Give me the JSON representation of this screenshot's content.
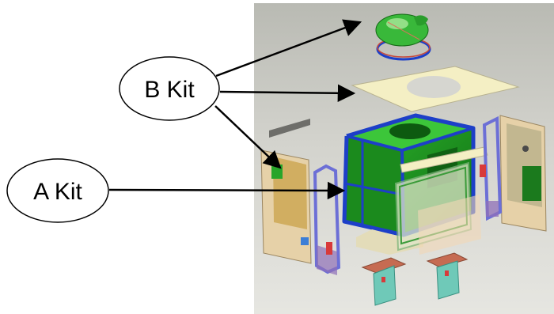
{
  "labels": {
    "b_kit": "B Kit",
    "a_kit": "A Kit"
  },
  "colors": {
    "cab_green": "#1f9a1f",
    "frame_blue": "#1d3fc8",
    "panel_cream": "#f4efc4",
    "door_tan": "#c9b27e",
    "background_gray": "#c9c9c3",
    "arrow": "#000000"
  },
  "parts": [
    "roof-hatch",
    "roof-panel",
    "cab-shell",
    "left-door",
    "right-door",
    "rear-glass",
    "floor-brackets"
  ]
}
